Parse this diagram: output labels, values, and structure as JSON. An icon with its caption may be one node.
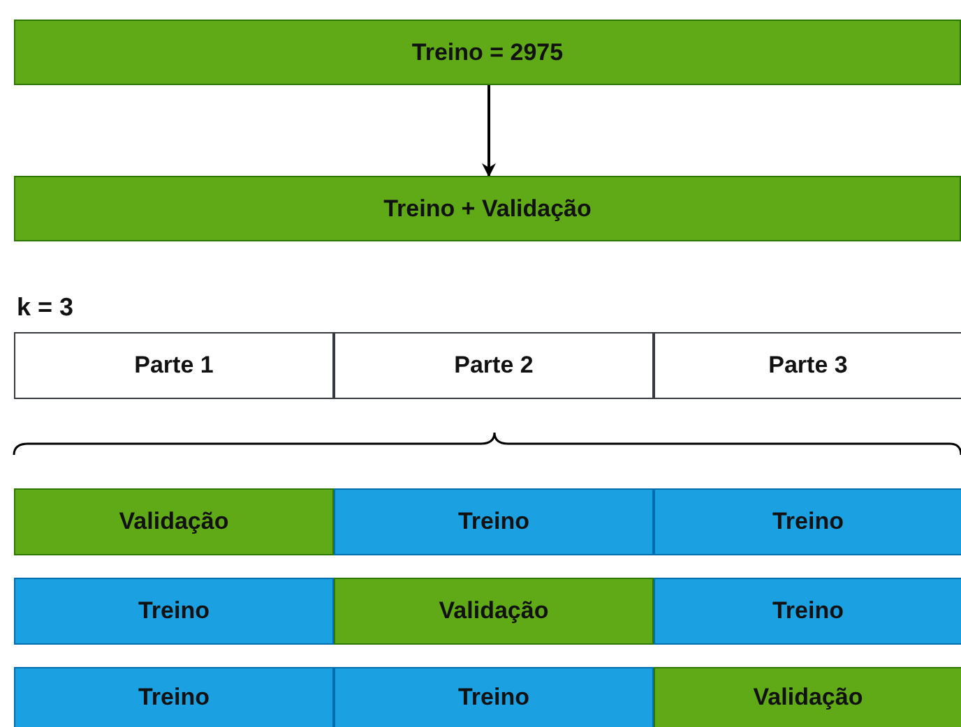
{
  "diagram": {
    "nodes": [
      {
        "text": [
          "Treino = 2975"
        ]
      },
      {
        "text": [
          "Treino + Validação"
        ]
      },
      {
        "text": [
          "Parte 1"
        ]
      },
      {
        "text": [
          "Parte 2"
        ]
      },
      {
        "text": [
          "Parte 3"
        ]
      },
      {
        "text": [
          "Validação"
        ]
      },
      {
        "text": [
          "Treino"
        ]
      },
      {
        "text": [
          "Treino"
        ]
      },
      {
        "text": [
          "Treino"
        ]
      },
      {
        "text": [
          "Validação"
        ]
      },
      {
        "text": [
          "Treino"
        ]
      },
      {
        "text": [
          "Treino"
        ]
      },
      {
        "text": [
          "Treino"
        ]
      },
      {
        "text": [
          "Validação"
        ]
      }
    ],
    "edges": [
      {
        "from": 0,
        "to": 1,
        "arrow": "to"
      }
    ],
    "labels": [
      "k = 3"
    ]
  }
}
